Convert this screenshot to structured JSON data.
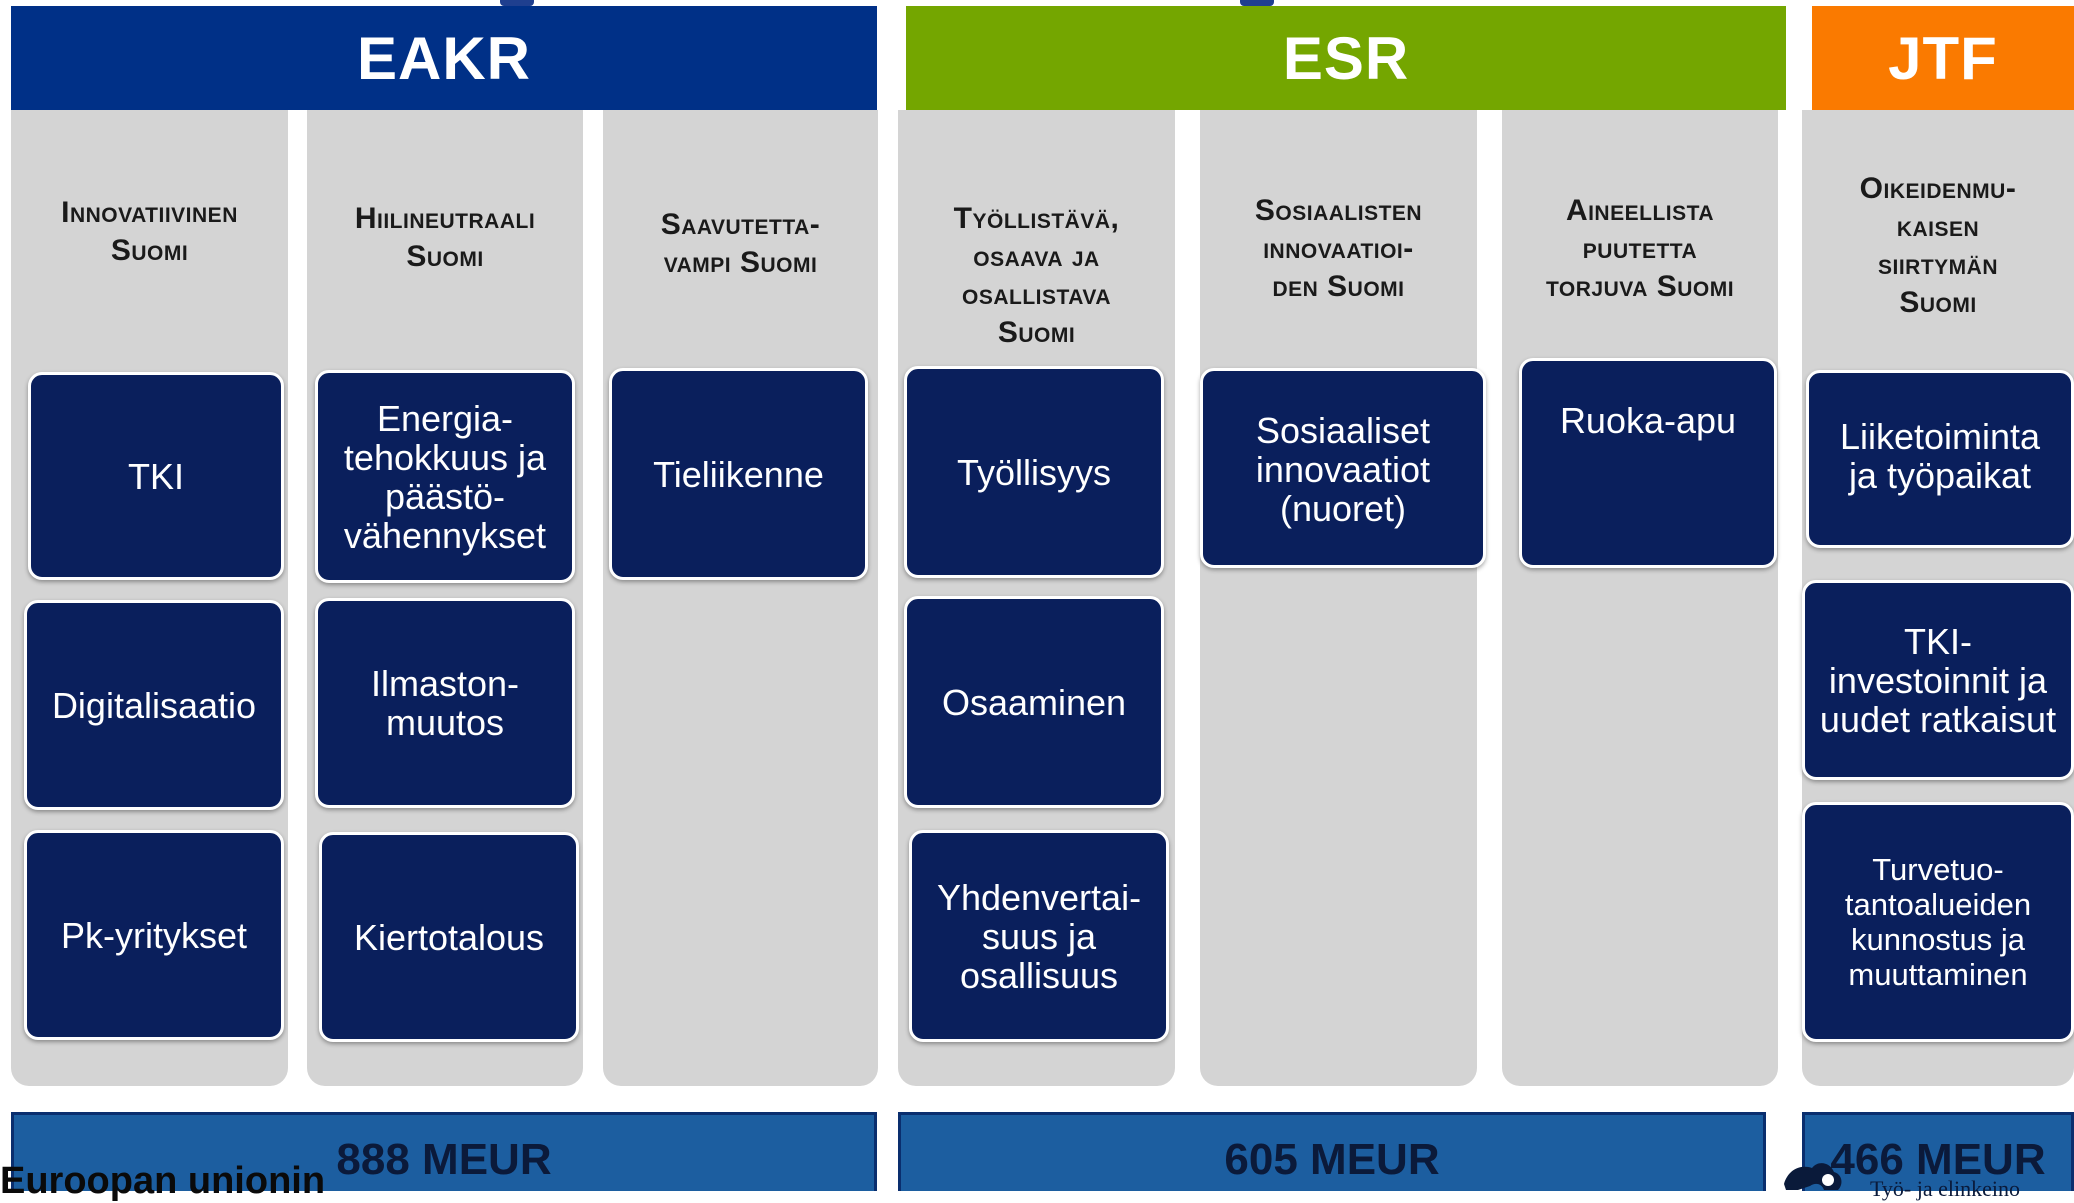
{
  "funds": {
    "eakr": {
      "label": "EAKR",
      "color": "#003087",
      "budget": "888 MEUR"
    },
    "esr": {
      "label": "ESR",
      "color": "#74a600",
      "budget": "605 MEUR"
    },
    "jtf": {
      "label": "JTF",
      "color": "#fa7a00",
      "budget": "466 MEUR"
    }
  },
  "columns": [
    {
      "title": "Innovatiivinen\nSuomi",
      "boxes": [
        "TKI",
        "Digitalisaatio",
        "Pk-yritykset"
      ]
    },
    {
      "title": "Hiilineutraali\nSuomi",
      "boxes": [
        "Energia-\ntehokkuus ja\npäästö-\nvähennykset",
        "Ilmaston-\nmuutos",
        "Kiertotalous"
      ]
    },
    {
      "title": "Saavutetta-\nvampi Suomi",
      "boxes": [
        "Tieliikenne"
      ]
    },
    {
      "title": "Työllistävä,\nosaava ja\nosallistava\nSuomi",
      "boxes": [
        "Työllisyys",
        "Osaaminen",
        "Yhdenvertai-\nsuus ja\nosallisuus"
      ]
    },
    {
      "title": "Sosiaalisten\ninnovaatioi-\nden Suomi",
      "boxes": [
        "Sosiaaliset\ninnovaatiot\n(nuoret)"
      ]
    },
    {
      "title": "Aineellista\npuutetta\ntorjuva Suomi",
      "boxes": [
        "Ruoka-apu"
      ]
    },
    {
      "title": "Oikeidenmu-\nkaisen\nsiirtymän\nSuomi",
      "boxes": [
        "Liiketoiminta\nja työpaikat",
        "TKI-\ninvestoinnit ja\nuudet ratkaisut",
        "Turvetuo-\ntantoalueiden\nkunnostus ja\nmuuttaminen"
      ]
    }
  ],
  "footer": {
    "eu_text": "Euroopan unionin",
    "ministry_text": "Työ- ja elinkeino",
    "logo_icon": "lion-crest-icon"
  }
}
